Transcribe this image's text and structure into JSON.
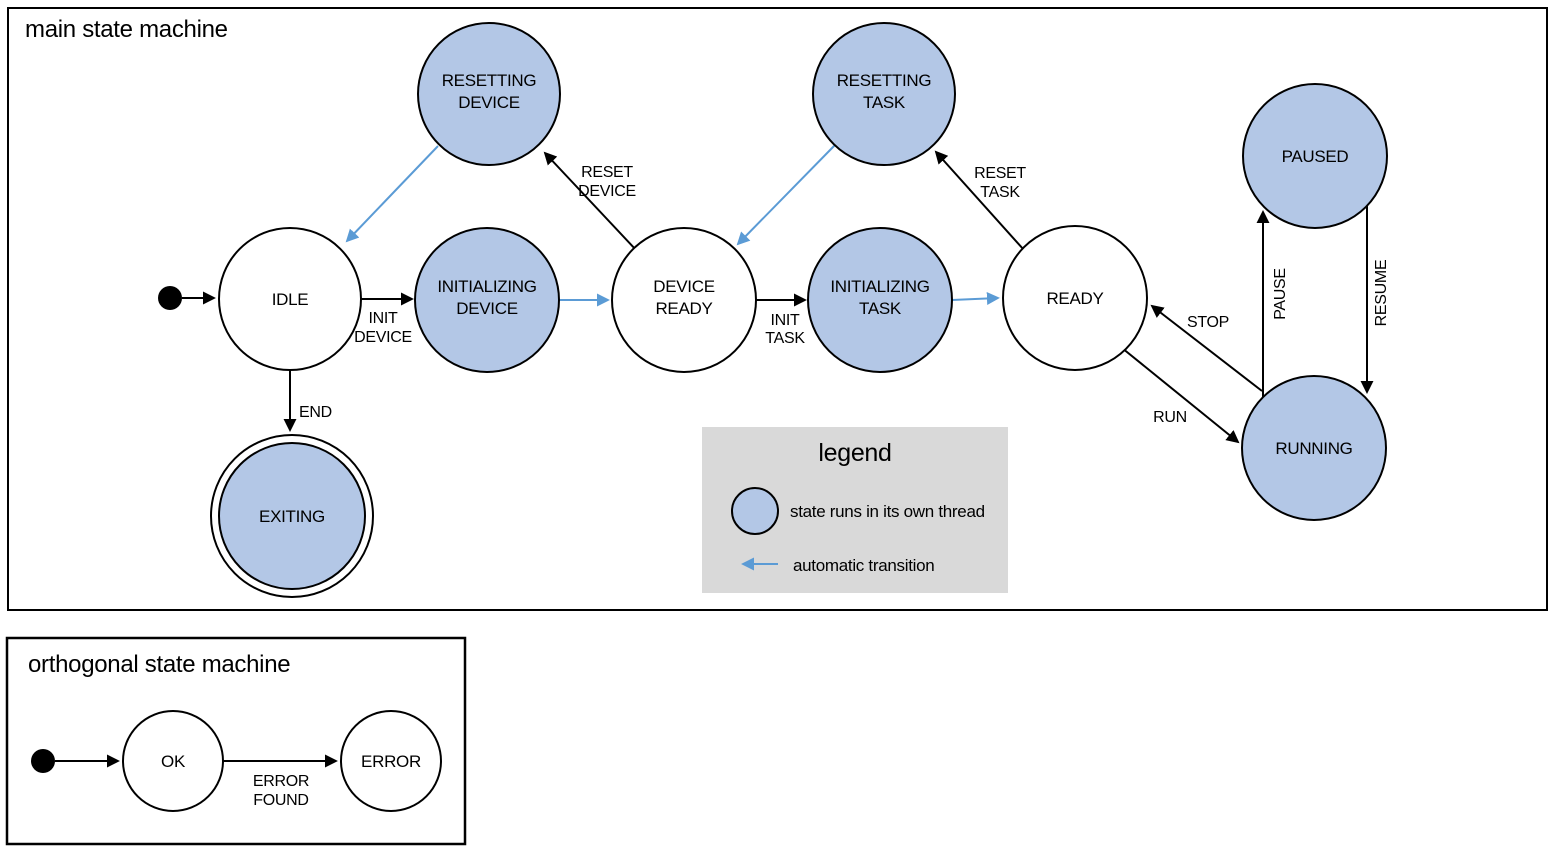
{
  "colors": {
    "background": "#ffffff",
    "state_outline": "#000000",
    "thread_state_fill": "#b3c7e6",
    "automatic_transition_arrow": "#5b9bd5",
    "legend_background": "#d9d9d9",
    "text": "#000000"
  },
  "main_machine": {
    "title": "main state machine",
    "states": [
      {
        "name": "IDLE",
        "line1": "IDLE",
        "threaded": false,
        "final": false
      },
      {
        "name": "RESETTING DEVICE",
        "line1": "RESETTING",
        "line2": "DEVICE",
        "threaded": true,
        "final": false
      },
      {
        "name": "INITIALIZING DEVICE",
        "line1": "INITIALIZING",
        "line2": "DEVICE",
        "threaded": true,
        "final": false
      },
      {
        "name": "DEVICE READY",
        "line1": "DEVICE",
        "line2": "READY",
        "threaded": false,
        "final": false
      },
      {
        "name": "RESETTING TASK",
        "line1": "RESETTING",
        "line2": "TASK",
        "threaded": true,
        "final": false
      },
      {
        "name": "INITIALIZING TASK",
        "line1": "INITIALIZING",
        "line2": "TASK",
        "threaded": true,
        "final": false
      },
      {
        "name": "READY",
        "line1": "READY",
        "threaded": false,
        "final": false
      },
      {
        "name": "PAUSED",
        "line1": "PAUSED",
        "threaded": true,
        "final": false
      },
      {
        "name": "RUNNING",
        "line1": "RUNNING",
        "threaded": true,
        "final": false
      },
      {
        "name": "EXITING",
        "line1": "EXITING",
        "threaded": true,
        "final": true
      }
    ],
    "initial_state_target": "IDLE",
    "transitions": [
      {
        "from": "IDLE",
        "to": "INITIALIZING DEVICE",
        "line1": "INIT",
        "line2": "DEVICE",
        "automatic": false
      },
      {
        "from": "INITIALIZING DEVICE",
        "to": "DEVICE READY",
        "automatic": true
      },
      {
        "from": "DEVICE READY",
        "to": "RESETTING DEVICE",
        "line1": "RESET",
        "line2": "DEVICE",
        "automatic": false
      },
      {
        "from": "RESETTING DEVICE",
        "to": "IDLE",
        "automatic": true
      },
      {
        "from": "DEVICE READY",
        "to": "INITIALIZING TASK",
        "line1": "INIT",
        "line2": "TASK",
        "automatic": false
      },
      {
        "from": "INITIALIZING TASK",
        "to": "READY",
        "automatic": true
      },
      {
        "from": "READY",
        "to": "RESETTING TASK",
        "line1": "RESET",
        "line2": "TASK",
        "automatic": false
      },
      {
        "from": "RESETTING TASK",
        "to": "DEVICE READY",
        "automatic": true
      },
      {
        "from": "READY",
        "to": "RUNNING",
        "line1": "RUN",
        "automatic": false
      },
      {
        "from": "RUNNING",
        "to": "READY",
        "line1": "STOP",
        "automatic": false
      },
      {
        "from": "RUNNING",
        "to": "PAUSED",
        "line1": "PAUSE",
        "automatic": false
      },
      {
        "from": "PAUSED",
        "to": "RUNNING",
        "line1": "RESUME",
        "automatic": false
      },
      {
        "from": "IDLE",
        "to": "EXITING",
        "line1": "END",
        "automatic": false
      }
    ]
  },
  "legend": {
    "title": "legend",
    "items": [
      {
        "swatch": "thread-state-circle",
        "label": "state runs in its own thread"
      },
      {
        "swatch": "automatic-transition-arrow",
        "label": "automatic transition"
      }
    ]
  },
  "orthogonal_machine": {
    "title": "orthogonal state machine",
    "states": [
      {
        "name": "OK",
        "line1": "OK",
        "threaded": false
      },
      {
        "name": "ERROR",
        "line1": "ERROR",
        "threaded": false
      }
    ],
    "initial_state_target": "OK",
    "transitions": [
      {
        "from": "OK",
        "to": "ERROR",
        "line1": "ERROR",
        "line2": "FOUND",
        "automatic": false
      }
    ]
  }
}
